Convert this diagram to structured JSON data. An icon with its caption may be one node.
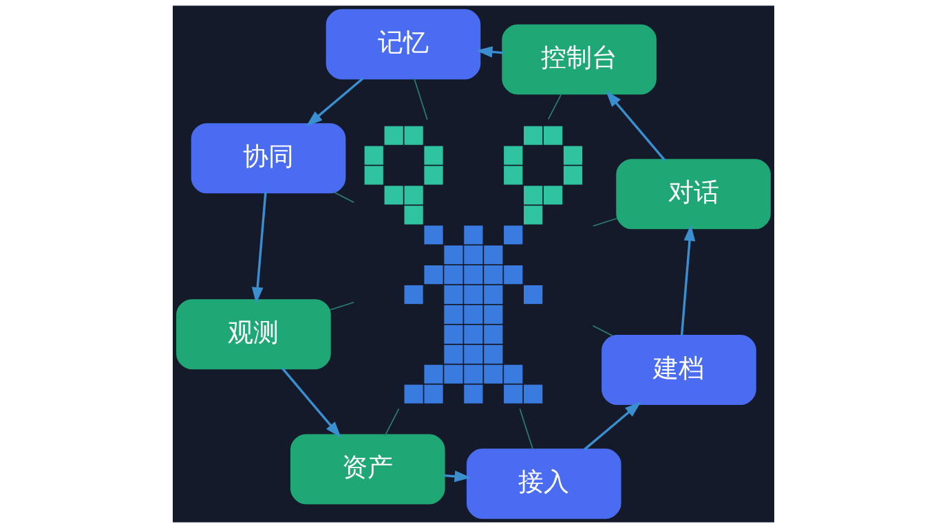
{
  "diagram": {
    "nodes": [
      {
        "text": [
          "接入"
        ]
      },
      {
        "text": [
          "建档"
        ]
      },
      {
        "text": [
          "对话"
        ]
      },
      {
        "text": [
          "控制台"
        ]
      },
      {
        "text": [
          "记忆"
        ]
      },
      {
        "text": [
          "协同"
        ]
      },
      {
        "text": [
          "观测"
        ]
      },
      {
        "text": [
          "资产"
        ]
      },
      {
        "text": [],
        "shape": "picture"
      }
    ],
    "edges": [
      {
        "from": 0,
        "to": 1,
        "arrow": "to"
      },
      {
        "from": 1,
        "to": 2,
        "arrow": "to"
      },
      {
        "from": 2,
        "to": 3,
        "arrow": "to"
      },
      {
        "from": 3,
        "to": 4,
        "arrow": "to"
      },
      {
        "from": 4,
        "to": 5,
        "arrow": "to"
      },
      {
        "from": 5,
        "to": 6,
        "arrow": "to"
      },
      {
        "from": 6,
        "to": 7,
        "arrow": "to"
      },
      {
        "from": 7,
        "to": 0,
        "arrow": "to"
      },
      {
        "from": 8,
        "to": 0,
        "arrow": "none",
        "color": "#2a7f6e"
      },
      {
        "from": 8,
        "to": 1,
        "arrow": "none",
        "color": "#2a7f6e"
      },
      {
        "from": 8,
        "to": 2,
        "arrow": "none",
        "color": "#2a7f6e"
      },
      {
        "from": 8,
        "to": 3,
        "arrow": "none",
        "color": "#2a7f6e"
      },
      {
        "from": 8,
        "to": 4,
        "arrow": "none",
        "color": "#2a7f6e"
      },
      {
        "from": 8,
        "to": 5,
        "arrow": "none",
        "color": "#2a7f6e"
      },
      {
        "from": 8,
        "to": 6,
        "arrow": "none",
        "color": "#2a7f6e"
      },
      {
        "from": 8,
        "to": 7,
        "arrow": "none",
        "color": "#2a7f6e"
      }
    ]
  }
}
